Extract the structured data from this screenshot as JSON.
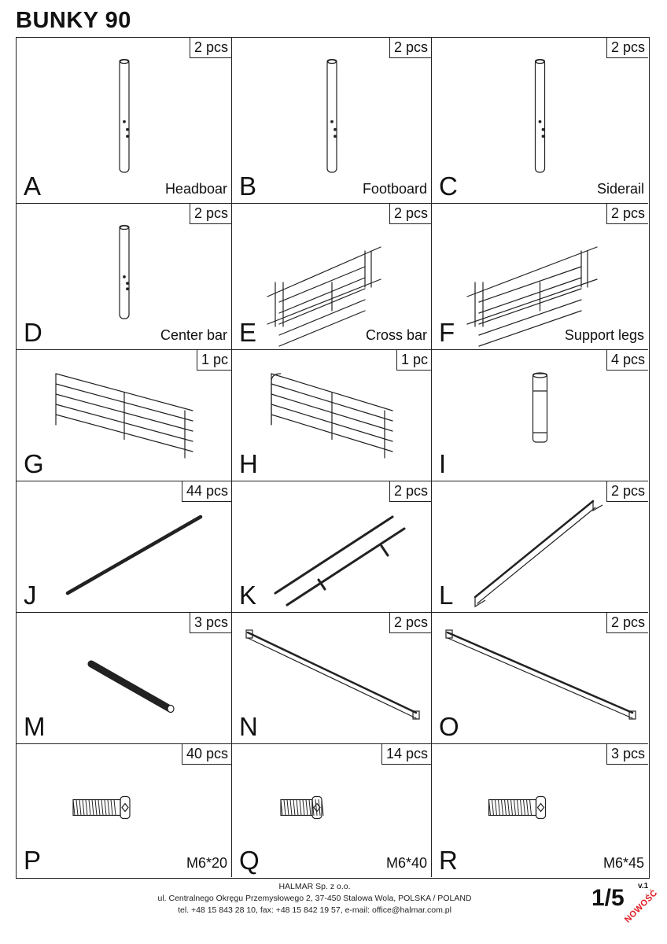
{
  "title": "BUNKY 90",
  "parts": [
    {
      "letter": "A",
      "qty": "2 pcs",
      "caption": "Headboar",
      "icon": "vertical-post"
    },
    {
      "letter": "B",
      "qty": "2 pcs",
      "caption": "Footboard",
      "icon": "vertical-post"
    },
    {
      "letter": "C",
      "qty": "2 pcs",
      "caption": "Siderail",
      "icon": "vertical-post"
    },
    {
      "letter": "D",
      "qty": "2 pcs",
      "caption": "Center bar",
      "icon": "vertical-post"
    },
    {
      "letter": "E",
      "qty": "2 pcs",
      "caption": "Cross bar",
      "icon": "ladder-frame"
    },
    {
      "letter": "F",
      "qty": "2 pcs",
      "caption": "Support legs",
      "icon": "ladder-frame"
    },
    {
      "letter": "G",
      "qty": "1 pc",
      "caption": "",
      "icon": "guard-rail"
    },
    {
      "letter": "H",
      "qty": "1 pc",
      "caption": "",
      "icon": "guard-rail-curved"
    },
    {
      "letter": "I",
      "qty": "4 pcs",
      "caption": "",
      "icon": "connector-tube"
    },
    {
      "letter": "J",
      "qty": "44 pcs",
      "caption": "",
      "icon": "slat-rod"
    },
    {
      "letter": "K",
      "qty": "2 pcs",
      "caption": "",
      "icon": "double-rail"
    },
    {
      "letter": "L",
      "qty": "2 pcs",
      "caption": "",
      "icon": "angle-bracket-beam"
    },
    {
      "letter": "M",
      "qty": "3 pcs",
      "caption": "",
      "icon": "short-tube"
    },
    {
      "letter": "N",
      "qty": "2 pcs",
      "caption": "",
      "icon": "flat-beam"
    },
    {
      "letter": "O",
      "qty": "2 pcs",
      "caption": "",
      "icon": "flat-beam"
    },
    {
      "letter": "P",
      "qty": "40 pcs",
      "caption": "M6*20",
      "icon": "hex-bolt"
    },
    {
      "letter": "Q",
      "qty": "14 pcs",
      "caption": "M6*40",
      "icon": "hex-bolt"
    },
    {
      "letter": "R",
      "qty": "3 pcs",
      "caption": "M6*45",
      "icon": "hex-bolt"
    }
  ],
  "footer": {
    "company": "HALMAR Sp. z o.o.",
    "address": "ul. Centralnego Okręgu Przemysłowego 2, 37-450 Stalowa Wola, POLSKA / POLAND",
    "contact": "tel. +48 15 843 28 10, fax: +48 15 842 19 57, e-mail: office@halmar.com.pl",
    "page": "1/5",
    "version": "v.1",
    "badge": "NOWOŚĆ"
  }
}
